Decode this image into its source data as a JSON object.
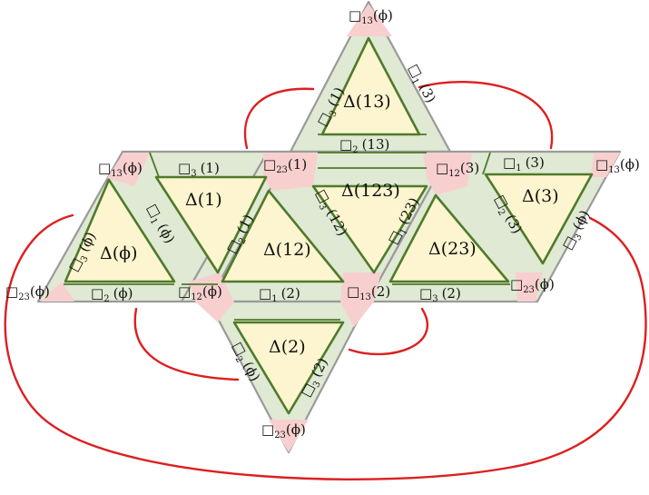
{
  "colors": {
    "cell": "#dfe9d3",
    "triangle": "#fdf5cf",
    "corner": "#f8cfcf",
    "triangle_border": "#4f7a2a",
    "outline": "#9a9a9a",
    "curves": "#dd1f1f"
  },
  "triangles": [
    {
      "id": "t-phi",
      "text": "Δ(ϕ)"
    },
    {
      "id": "t-1",
      "text": "Δ(1)"
    },
    {
      "id": "t-12",
      "text": "Δ(12)"
    },
    {
      "id": "t-123",
      "text": "Δ(123)"
    },
    {
      "id": "t-13",
      "text": "Δ(13)"
    },
    {
      "id": "t-23",
      "text": "Δ(23)"
    },
    {
      "id": "t-3",
      "text": "Δ(3)"
    },
    {
      "id": "t-2",
      "text": "Δ(2)"
    }
  ],
  "edges": [
    {
      "id": "e3-phi",
      "sym": "□",
      "sub": "3",
      "arg": "(ϕ)"
    },
    {
      "id": "e2-phi-bottom",
      "sym": "□",
      "sub": "2",
      "arg": "(ϕ)"
    },
    {
      "id": "e1-phi",
      "sym": "□",
      "sub": "1",
      "arg": "(ϕ)"
    },
    {
      "id": "e3-1",
      "sym": "□",
      "sub": "3",
      "arg": "(1)"
    },
    {
      "id": "e2-1",
      "sym": "□",
      "sub": "2",
      "arg": "(1)"
    },
    {
      "id": "e1-2",
      "sym": "□",
      "sub": "1",
      "arg": "(2)"
    },
    {
      "id": "e3-12",
      "sym": "□",
      "sub": "3",
      "arg": "(12)"
    },
    {
      "id": "e1-23",
      "sym": "□",
      "sub": "1",
      "arg": "(23)"
    },
    {
      "id": "e2-13",
      "sym": "□",
      "sub": "2",
      "arg": "(13)"
    },
    {
      "id": "e3-1-top",
      "sym": "□",
      "sub": "3",
      "arg": "(1)"
    },
    {
      "id": "e1-3-top",
      "sym": "□",
      "sub": "1",
      "arg": "(3)"
    },
    {
      "id": "e1-3",
      "sym": "□",
      "sub": "1",
      "arg": "(3)"
    },
    {
      "id": "e2-3",
      "sym": "□",
      "sub": "2",
      "arg": "(3)"
    },
    {
      "id": "e3-phi-right",
      "sym": "□",
      "sub": "3",
      "arg": "(ϕ)"
    },
    {
      "id": "e3-2",
      "sym": "□",
      "sub": "3",
      "arg": "(2)"
    },
    {
      "id": "e2-phi-lower",
      "sym": "□",
      "sub": "2",
      "arg": "(ϕ)"
    },
    {
      "id": "e3-2-mid",
      "sym": "□",
      "sub": "3",
      "arg": "(2)"
    }
  ],
  "corners": [
    {
      "id": "c13-phi-top",
      "sym": "□",
      "sub": "13",
      "arg": "(ϕ)"
    },
    {
      "id": "c13-phi-left",
      "sym": "□",
      "sub": "13",
      "arg": "(ϕ)"
    },
    {
      "id": "c23-1",
      "sym": "□",
      "sub": "23",
      "arg": "(1)"
    },
    {
      "id": "c12-3",
      "sym": "□",
      "sub": "12",
      "arg": "(3)"
    },
    {
      "id": "c13-phi-right",
      "sym": "□",
      "sub": "13",
      "arg": "(ϕ)"
    },
    {
      "id": "c23-phi-left",
      "sym": "□",
      "sub": "23",
      "arg": "(ϕ)"
    },
    {
      "id": "c12-phi",
      "sym": "□",
      "sub": "12",
      "arg": "(ϕ)"
    },
    {
      "id": "c13-2",
      "sym": "□",
      "sub": "13",
      "arg": "(2)"
    },
    {
      "id": "c23-phi-right",
      "sym": "□",
      "sub": "23",
      "arg": "(ϕ)"
    },
    {
      "id": "c23-phi-bottom",
      "sym": "□",
      "sub": "23",
      "arg": "(ϕ)"
    }
  ]
}
